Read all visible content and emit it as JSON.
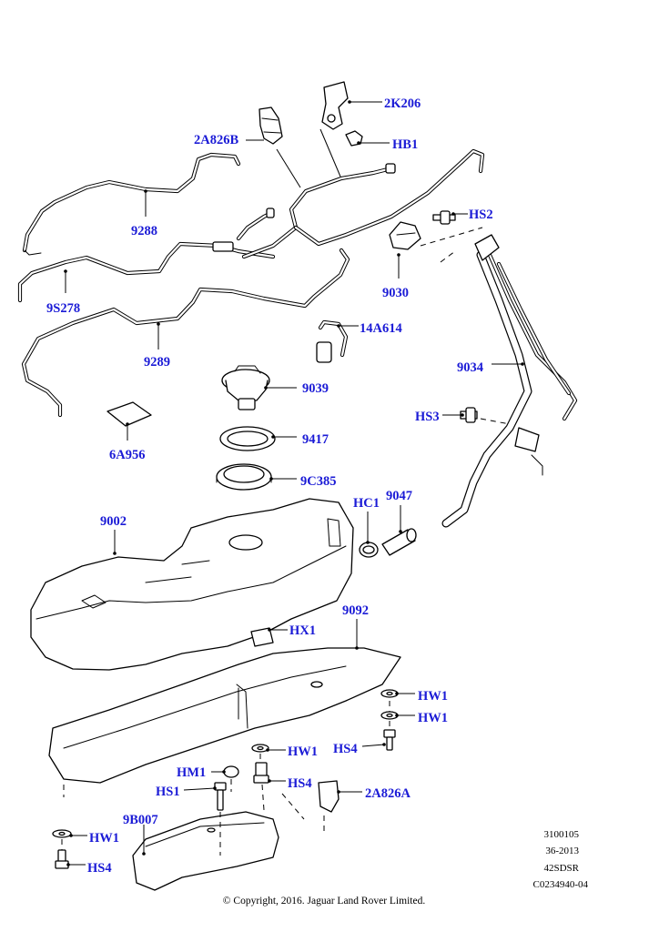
{
  "callouts": {
    "c_2K206": "2K206",
    "c_HB1": "HB1",
    "c_2A826B": "2A826B",
    "c_9288": "9288",
    "c_9S278": "9S278",
    "c_9289": "9289",
    "c_HS2": "HS2",
    "c_9030": "9030",
    "c_14A614": "14A614",
    "c_9034": "9034",
    "c_9039": "9039",
    "c_6A956": "6A956",
    "c_9417": "9417",
    "c_HS3": "HS3",
    "c_9C385": "9C385",
    "c_HC1": "HC1",
    "c_9047": "9047",
    "c_9002": "9002",
    "c_9092": "9092",
    "c_HX1": "HX1",
    "c_HW1_a": "HW1",
    "c_HW1_b": "HW1",
    "c_HW1_c": "HW1",
    "c_HS4_a": "HS4",
    "c_HM1": "HM1",
    "c_HS4_b": "HS4",
    "c_HS1": "HS1",
    "c_2A826A": "2A826A",
    "c_9B007": "9B007",
    "c_HW1_d": "HW1",
    "c_HS4_c": "HS4"
  },
  "info_block": [
    "3100105",
    "36-2013",
    "42SDSR",
    "C0234940-04"
  ],
  "copyright": "© Copyright, 2016. Jaguar Land Rover Limited.",
  "colors": {
    "callout": "#1a1ad6",
    "line": "#000000",
    "background": "#ffffff"
  }
}
